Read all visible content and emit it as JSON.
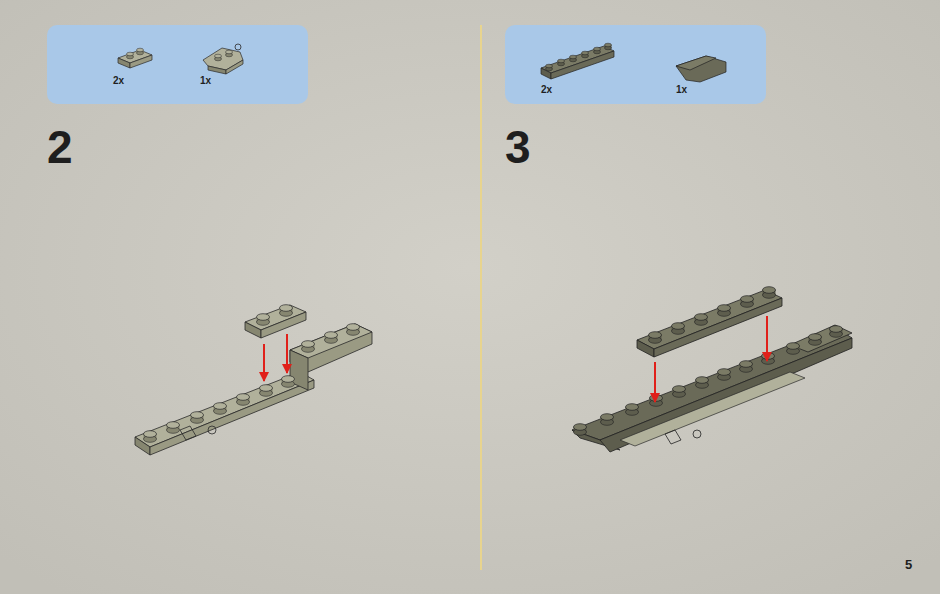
{
  "diagram": {
    "nodes": [
      {
        "text": [
          "2x",
          "1x"
        ]
      },
      {
        "text": [
          "2x",
          "1x"
        ]
      }
    ],
    "labels": [
      "2",
      "3",
      "5"
    ]
  }
}
